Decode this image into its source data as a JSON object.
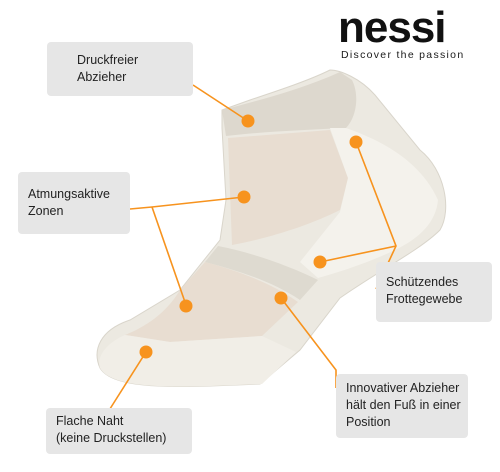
{
  "brand": {
    "name": "nessi",
    "tagline": "Discover the passion"
  },
  "callouts": [
    {
      "lines": [
        "Druckfreier",
        "Abzieher"
      ]
    },
    {
      "lines": [
        "Atmungsaktive",
        "Zonen"
      ]
    },
    {
      "lines": [
        "Schützendes",
        "Frottegewebe"
      ]
    },
    {
      "lines": [
        "Innovativer Abzieher",
        "hält den Fuß in einer",
        "Position"
      ]
    },
    {
      "lines": [
        "Flache Naht",
        "(keine Druckstellen)"
      ]
    }
  ],
  "colors": {
    "accent": "#f7931e",
    "callout_bg": "#e6e6e6",
    "sock_base": "#ece9e1",
    "sock_light": "#f4f2ec",
    "sock_zone": "#e8ddd1",
    "sock_band": "#dedad0"
  }
}
